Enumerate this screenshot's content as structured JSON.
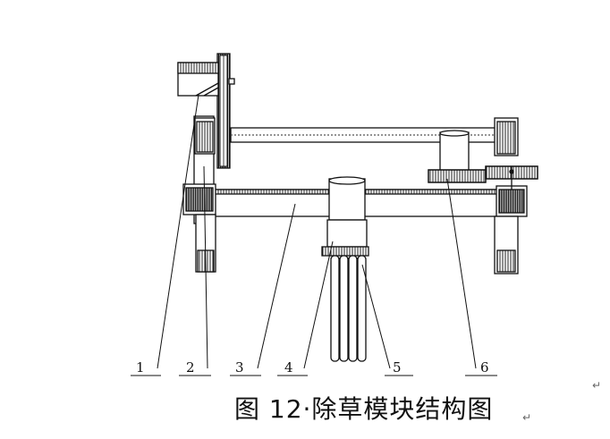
{
  "figure": {
    "caption": "图 12·除草模块结构图",
    "paragraph_mark": "↵",
    "callouts": [
      {
        "label": "1",
        "part": "part-1"
      },
      {
        "label": "2",
        "part": "part-2"
      },
      {
        "label": "3",
        "part": "part-3"
      },
      {
        "label": "4",
        "part": "part-4"
      },
      {
        "label": "5",
        "part": "part-5"
      },
      {
        "label": "6",
        "part": "part-6"
      }
    ]
  }
}
